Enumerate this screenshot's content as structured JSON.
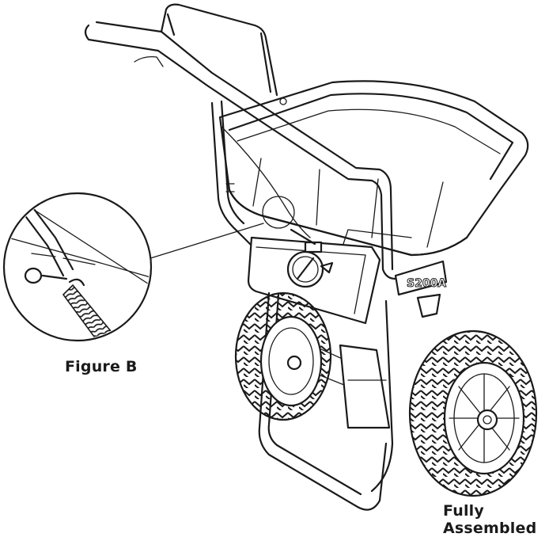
{
  "captions": {
    "figure_b": "Figure B",
    "fully_assembled": "Fully Assembled"
  },
  "model_label": "S200A"
}
